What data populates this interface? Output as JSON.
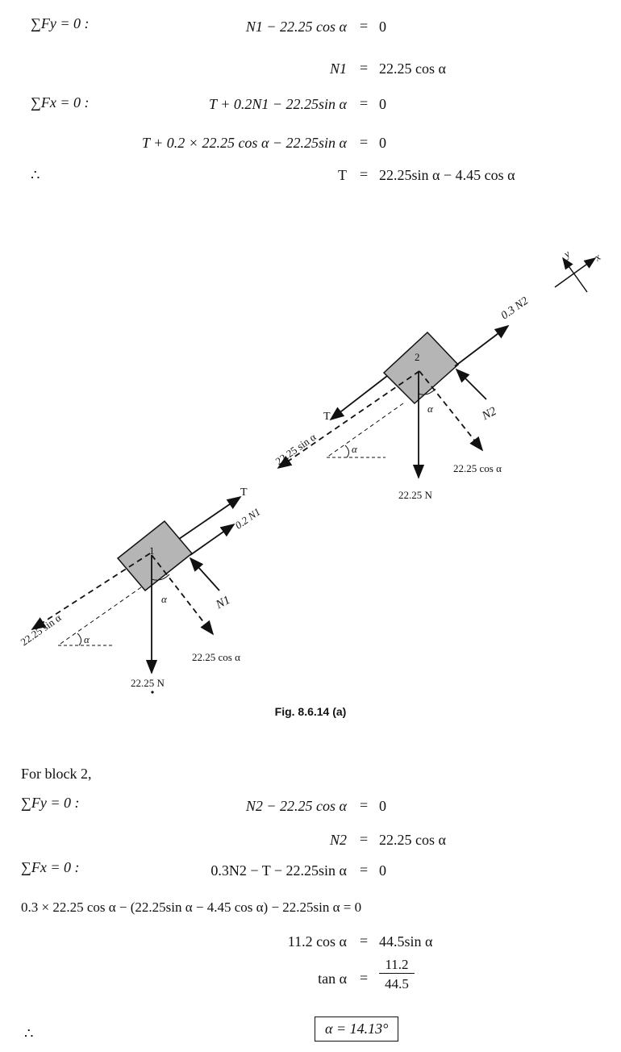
{
  "block1": {
    "eq1_label": "∑Fy = 0 :",
    "eq1_lhs": "N1 − 22.25 cos α",
    "eq1_eq": "=",
    "eq1_rhs": "0",
    "eq2_lhs": "N1",
    "eq2_eq": "=",
    "eq2_rhs": "22.25 cos α",
    "eq3_label": "∑Fx = 0 :",
    "eq3_lhs": "T + 0.2N1 − 22.25sin α",
    "eq3_eq": "=",
    "eq3_rhs": "0",
    "eq4_lhs": "T + 0.2 × 22.25 cos α − 22.25sin α",
    "eq4_eq": "=",
    "eq4_rhs": "0",
    "therefore": "∴",
    "eq5_lhs": "T",
    "eq5_eq": "=",
    "eq5_rhs": "22.25sin α − 4.45 cos α"
  },
  "figure": {
    "axis_y": "y",
    "axis_x": "x",
    "block1_label": "1",
    "block2_label": "2",
    "b1_T": "T",
    "b1_friction": "0.2 N1",
    "b1_normal": "N1",
    "b1_sin": "22.25 sin α",
    "b1_cos": "22.25 cos α",
    "b1_weight": "22.25 N",
    "b1_alpha": "α",
    "b1_alpha2": "α",
    "b2_T": "T",
    "b2_friction": "0.3 N2",
    "b2_normal": "N2",
    "b2_sin": "22.25 sin α",
    "b2_cos": "22.25 cos α",
    "b2_weight": "22.25 N",
    "b2_alpha": "α",
    "b2_alpha2": "α",
    "caption": "Fig. 8.6.14 (a)"
  },
  "block2": {
    "heading": "For block 2,",
    "eq1_label": "∑Fy = 0 :",
    "eq1_lhs": "N2 − 22.25 cos α",
    "eq1_eq": "=",
    "eq1_rhs": "0",
    "eq2_lhs": "N2",
    "eq2_eq": "=",
    "eq2_rhs": "22.25 cos α",
    "eq3_label": "∑Fx = 0 :",
    "eq3_lhs": "0.3N2 − T − 22.25sin α",
    "eq3_eq": "=",
    "eq3_rhs": "0",
    "eq4": "0.3 × 22.25 cos α − (22.25sin α − 4.45 cos α) − 22.25sin α = 0",
    "eq5_lhs": "11.2 cos α",
    "eq5_eq": "=",
    "eq5_rhs": "44.5sin α",
    "eq6_lhs": "tan α",
    "eq6_eq": "=",
    "eq6_num": "11.2",
    "eq6_den": "44.5",
    "therefore": "∴",
    "result": "α = 14.13°"
  }
}
